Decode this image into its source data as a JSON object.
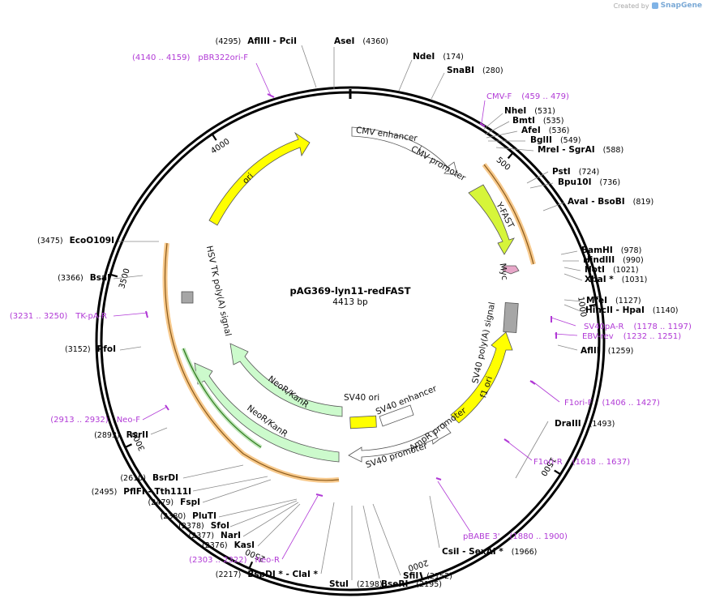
{
  "credit": {
    "created_by": "Created by",
    "brand": "SnapGene"
  },
  "map": {
    "name": "pAG369-lyn11-redFAST",
    "length_label": "4413 bp",
    "length": 4413
  },
  "ticks": [
    {
      "label": "500",
      "pos": 500
    },
    {
      "label": "1000",
      "pos": 1000
    },
    {
      "label": "1500",
      "pos": 1500
    },
    {
      "label": "2000",
      "pos": 2000
    },
    {
      "label": "2500",
      "pos": 2500
    },
    {
      "label": "3000",
      "pos": 3000
    },
    {
      "label": "3500",
      "pos": 3500
    },
    {
      "label": "4000",
      "pos": 4000
    }
  ],
  "enzymes_right": [
    {
      "name": "NdeI",
      "pos": "(174)"
    },
    {
      "name": "SnaBI",
      "pos": "(280)"
    },
    {
      "name": "NheI",
      "pos": "(531)"
    },
    {
      "name": "BmtI",
      "pos": "(535)"
    },
    {
      "name": "AfeI",
      "pos": "(536)"
    },
    {
      "name": "BglII",
      "pos": "(549)"
    },
    {
      "name": "MreI  - SgrAI",
      "pos": "(588)"
    },
    {
      "name": "PstI",
      "pos": "(724)"
    },
    {
      "name": "Bpu10I",
      "pos": "(736)"
    },
    {
      "name": "AvaI  - BsoBI",
      "pos": "(819)"
    },
    {
      "name": "BamHI",
      "pos": "(978)"
    },
    {
      "name": "HindIII",
      "pos": "(990)"
    },
    {
      "name": "NotI",
      "pos": "(1021)"
    },
    {
      "name": "XbaI *",
      "pos": "(1031)"
    },
    {
      "name": "MfeI",
      "pos": "(1127)"
    },
    {
      "name": "HincII  - HpaI",
      "pos": "(1140)"
    },
    {
      "name": "AflII",
      "pos": "(1259)"
    },
    {
      "name": "DraIII",
      "pos": "(1493)"
    },
    {
      "name": "CsiI  - SexAI *",
      "pos": "(1966)"
    },
    {
      "name": "SfiI",
      "pos": "(2152)"
    },
    {
      "name": "BseRI",
      "pos": "(2195)"
    },
    {
      "name": "StuI",
      "pos": "(2198)"
    },
    {
      "name": "AseI",
      "pos": "(4360)"
    }
  ],
  "enzymes_left": [
    {
      "name": "AflIII  - PciI",
      "pos": "(4295)"
    },
    {
      "name": "EcoO109I",
      "pos": "(3475)"
    },
    {
      "name": "BsaI",
      "pos": "(3366)"
    },
    {
      "name": "PfoI",
      "pos": "(3152)"
    },
    {
      "name": "RsrII",
      "pos": "(2893)"
    },
    {
      "name": "BsrDI",
      "pos": "(2610)"
    },
    {
      "name": "PflFI  - Tth111I",
      "pos": "(2495)"
    },
    {
      "name": "FspI",
      "pos": "(2479)"
    },
    {
      "name": "PluTI",
      "pos": "(2380)"
    },
    {
      "name": "SfoI",
      "pos": "(2378)"
    },
    {
      "name": "NarI",
      "pos": "(2377)"
    },
    {
      "name": "KasI",
      "pos": "(2376)"
    },
    {
      "name": "BspDI *  - ClaI *",
      "pos": "(2217)"
    }
  ],
  "primers": [
    {
      "name": "CMV-F",
      "range": "(459 .. 479)"
    },
    {
      "name": "SV40pA-R",
      "range": "(1178 .. 1197)"
    },
    {
      "name": "EBV-rev",
      "range": "(1232 .. 1251)"
    },
    {
      "name": "F1ori-F",
      "range": "(1406 .. 1427)"
    },
    {
      "name": "F1ori-R",
      "range": "(1618 .. 1637)"
    },
    {
      "name": "pBABE 3'",
      "range": "(1880 .. 1900)"
    },
    {
      "name": "Neo-R",
      "range": "(2303 .. 2322)"
    },
    {
      "name": "Neo-F",
      "range": "(2913 .. 2932)"
    },
    {
      "name": "TK-pA-R",
      "range": "(3231 .. 3250)"
    },
    {
      "name": "pBR322ori-F",
      "range": "(4140 .. 4159)"
    }
  ],
  "features": [
    {
      "name": "CMV enhancer"
    },
    {
      "name": "CMV promoter"
    },
    {
      "name": "Y-FAST"
    },
    {
      "name": "Myc"
    },
    {
      "name": "SV40 poly(A) signal"
    },
    {
      "name": "f1 ori"
    },
    {
      "name": "AmpR promoter"
    },
    {
      "name": "SV40 promoter"
    },
    {
      "name": "SV40 enhancer"
    },
    {
      "name": "SV40 ori"
    },
    {
      "name": "NeoR/KanR"
    },
    {
      "name": "NeoR/KanR"
    },
    {
      "name": "HSV TK poly(A) signal"
    },
    {
      "name": "ori"
    }
  ],
  "colors": {
    "yellow": "#ffff00",
    "lime": "#d6f53a",
    "neo": "#ccfacc",
    "orange": "#f7a43b",
    "primer": "#b13ad6",
    "myc": "#e7a6c8",
    "polyA": "#a6a6a6"
  }
}
